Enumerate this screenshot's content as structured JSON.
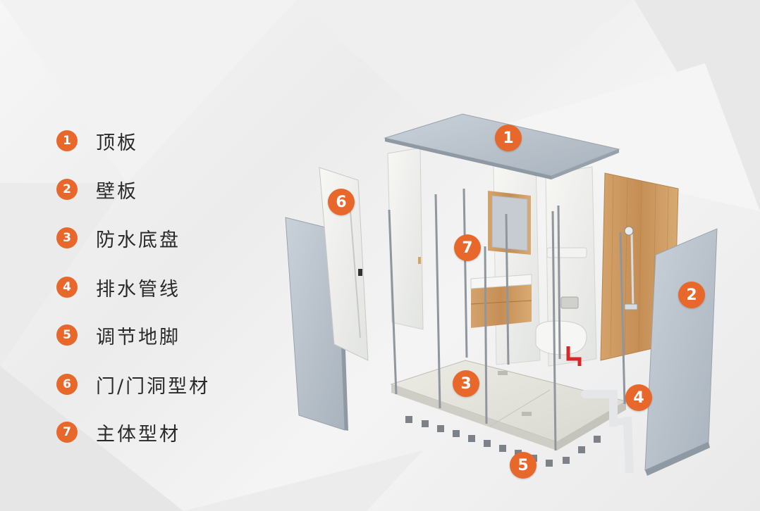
{
  "colors": {
    "accent": "#e8672b",
    "panel_gray": "#b9c2cc",
    "wood": "#c9955a",
    "white_panel": "#eef0ef",
    "frame": "#8a9097"
  },
  "legend": {
    "items": [
      {
        "number": "1",
        "label": "顶板"
      },
      {
        "number": "2",
        "label": "壁板"
      },
      {
        "number": "3",
        "label": "防水底盘"
      },
      {
        "number": "4",
        "label": "排水管线"
      },
      {
        "number": "5",
        "label": "调节地脚"
      },
      {
        "number": "6",
        "label": "门/门洞型材"
      },
      {
        "number": "7",
        "label": "主体型材"
      }
    ]
  },
  "callouts": {
    "c1": "1",
    "c2": "2",
    "c3": "3",
    "c4": "4",
    "c5": "5",
    "c6": "6",
    "c7": "7"
  }
}
